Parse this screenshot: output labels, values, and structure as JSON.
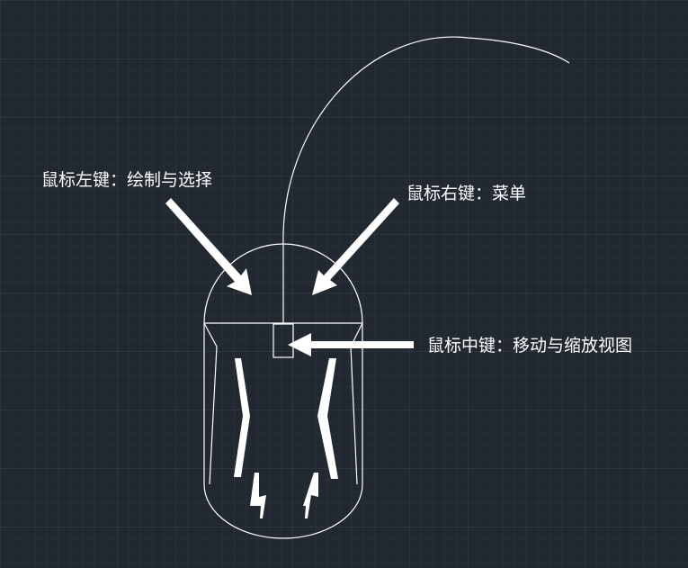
{
  "colors": {
    "background": "#212830",
    "grid_minor": "#2c3440",
    "grid_major": "#36404d",
    "stroke": "#ffffff"
  },
  "annotations": {
    "left_button": "鼠标左键：绘制与选择",
    "right_button": "鼠标右键：菜单",
    "middle_button": "鼠标中键：移动与缩放视图"
  }
}
